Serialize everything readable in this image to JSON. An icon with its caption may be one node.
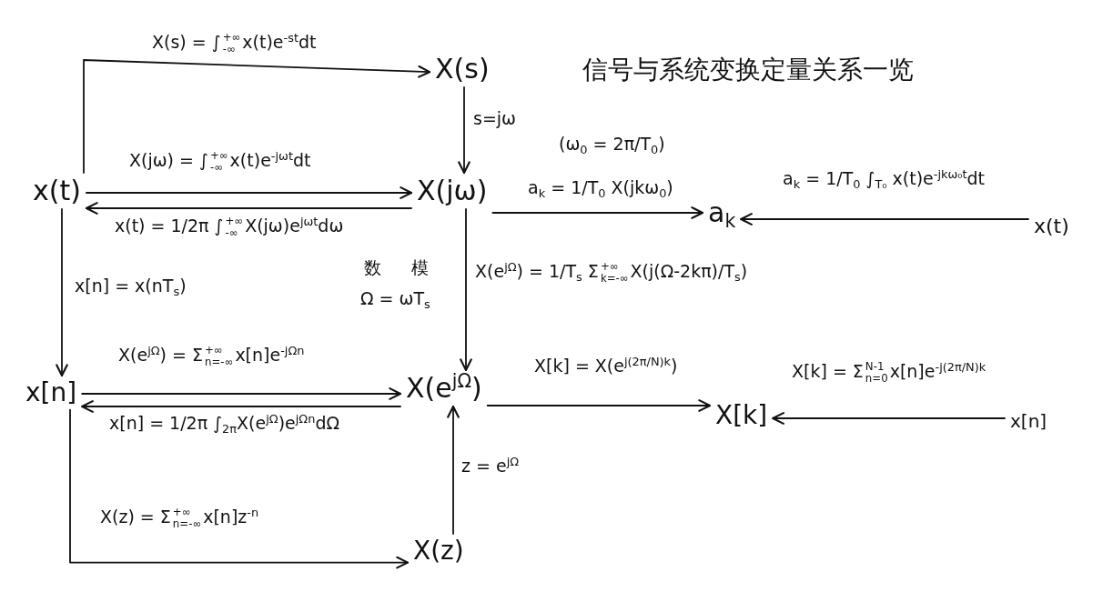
{
  "diagram": {
    "title": "信号与系统变换定量关系一览",
    "nodes": [
      {
        "text": [
          "X(s)"
        ]
      },
      {
        "text": [
          "x(t)"
        ]
      },
      {
        "text": [
          "X(jω)"
        ]
      },
      {
        "text": [
          "a$_{k}$"
        ]
      },
      {
        "text": [
          "x(t)"
        ]
      },
      {
        "text": [
          "x[n]"
        ]
      },
      {
        "text": [
          "X(e$^{jΩ}$)"
        ]
      },
      {
        "text": [
          "X[k]"
        ]
      },
      {
        "text": [
          "x[n]"
        ]
      },
      {
        "text": [
          "X(z)"
        ]
      }
    ],
    "edges": [
      {
        "from": 1,
        "to": 0,
        "arrow": "to",
        "label": "X(s) = ∫$_{-∞}$$^{+∞}$x(t)e$^{-st}$dt"
      },
      {
        "from": 0,
        "to": 2,
        "arrow": "to",
        "label": "s=jω"
      },
      {
        "from": 1,
        "to": 2,
        "arrow": "to",
        "label": "X(jω) = ∫$_{-∞}$$^{+∞}$x(t)e$^{-jωt}$dt"
      },
      {
        "from": 2,
        "to": 1,
        "arrow": "to",
        "label": "x(t) = 1/2π ∫$_{-∞}$$^{+∞}$X(jω)e$^{jωt}$dω"
      },
      {
        "from": 2,
        "to": 3,
        "arrow": "to",
        "label": "a$_{k}$ = 1/T$_{0}$ X(jkω$_{0}$)"
      },
      {
        "from": 4,
        "to": 3,
        "arrow": "to",
        "label": "a$_{k}$ = 1/T$_{0}$ ∫$_{T₀}$ x(t)e$^{-jkω₀t}$dt"
      },
      {
        "from": 1,
        "to": 5,
        "arrow": "to",
        "label": "x[n] = x(nT$_{s}$)"
      },
      {
        "from": 2,
        "to": 6,
        "arrow": "to",
        "label": "X(e$^{jΩ}$) = 1/T$_{s}$ Σ$_{k=-∞}$$^{+∞}$X(j(Ω-2kπ)/T$_{s}$)"
      },
      {
        "from": 5,
        "to": 6,
        "arrow": "to",
        "label": "X(e$^{jΩ}$) = Σ$_{n=-∞}$$^{+∞}$x[n]e$^{-jΩn}$"
      },
      {
        "from": 6,
        "to": 5,
        "arrow": "to",
        "label": "x[n] = 1/2π ∫$_{2π}$X(e$^{jΩ}$)e$^{jΩn}$dΩ"
      },
      {
        "from": 6,
        "to": 7,
        "arrow": "to",
        "label": "X[k] = X(e$^{j(2π/N)k}$)"
      },
      {
        "from": 8,
        "to": 7,
        "arrow": "to",
        "label": "X[k] = Σ$_{n=0}$$^{N-1}$x[n]e$^{-j(2π/N)k}$"
      },
      {
        "from": 9,
        "to": 6,
        "arrow": "to",
        "label": "z = e$^{jΩ}$"
      },
      {
        "from": 5,
        "to": 9,
        "arrow": "to",
        "label": "X(z) = Σ$_{n=-∞}$$^{+∞}$x[n]z$^{-n}$"
      }
    ],
    "labels": [
      "(ω$_{0}$ = 2π/T$_{0}$)",
      "数",
      "模",
      "Ω = ωT$_{s}$"
    ]
  }
}
